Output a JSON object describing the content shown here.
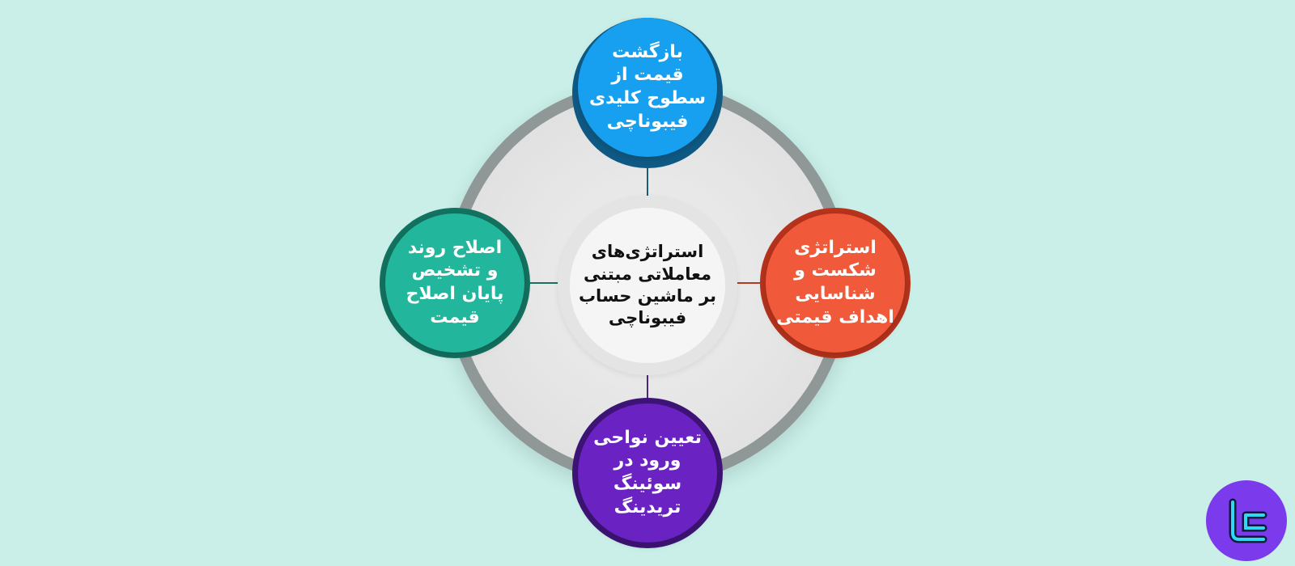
{
  "diagram": {
    "center": {
      "label": "استراتژی‌های\nمعاملاتی مبتنی\nبر ماشین حساب\nفیبوناچی"
    },
    "nodes": {
      "top": {
        "label": "بازگشت\nقیمت از\nسطوح کلیدی\nفیبوناچی",
        "color": "#18a0f0",
        "rim_color": "#0f5b86"
      },
      "right": {
        "label": "استراتژی\nشکست و\nشناسایی\nاهداف قیمتی",
        "color": "#f05a3a",
        "rim_color": "#b7331c"
      },
      "bottom": {
        "label": "تعیین نواحی\nورود در\nسوئینگ\nتریدینگ",
        "color": "#6a22c2",
        "rim_color": "#3f1478"
      },
      "left": {
        "label": "اصلاح روند\nو تشخیص\nپایان اصلاح\nقیمت",
        "color": "#22b69c",
        "rim_color": "#137260"
      }
    },
    "ring_color": "#8f9896",
    "background": "#c9efe8"
  },
  "logo": {
    "icon": "brand-logo-icon",
    "color": "#7c3aed",
    "accent": "#31d7f5"
  }
}
